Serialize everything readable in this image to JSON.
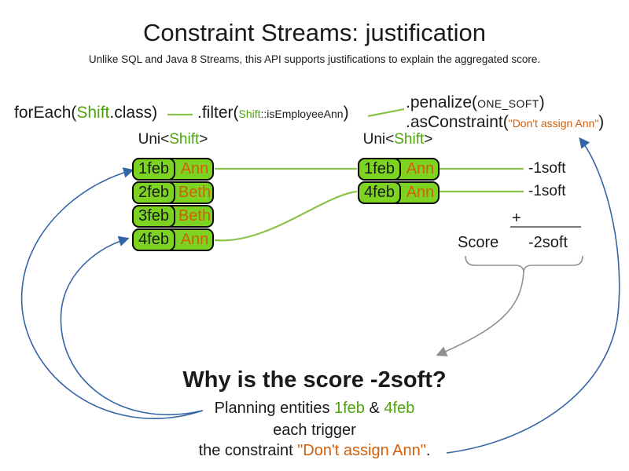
{
  "title": "Constraint Streams: justification",
  "subtitle": "Unlike SQL and Java 8 Streams, this API supports justifications to explain the aggregated score.",
  "code": {
    "foreach": {
      "pre": "forEach(",
      "cls": "Shift",
      "post": ".class)"
    },
    "filter": {
      "pre": ".filter(",
      "cls": "Shift",
      "method": "::isEmployeeAnn",
      "post": ")"
    },
    "penalize": {
      "pre": ".penalize(",
      "arg": "ONE_SOFT",
      "post": ")"
    },
    "as_constraint": {
      "pre": ".asConstraint(",
      "arg": "\"Don't assign Ann\"",
      "post": ")"
    }
  },
  "streams": {
    "left": {
      "label_pre": "Uni<",
      "label_cls": "Shift",
      "label_post": ">",
      "rows": [
        {
          "date": "1feb",
          "employee": "Ann"
        },
        {
          "date": "2feb",
          "employee": "Beth"
        },
        {
          "date": "3feb",
          "employee": "Beth"
        },
        {
          "date": "4feb",
          "employee": "Ann"
        }
      ]
    },
    "right": {
      "label_pre": "Uni<",
      "label_cls": "Shift",
      "label_post": ">",
      "rows": [
        {
          "date": "1feb",
          "employee": "Ann"
        },
        {
          "date": "4feb",
          "employee": "Ann"
        }
      ]
    }
  },
  "score_panel": {
    "match_scores": [
      "-1soft",
      "-1soft"
    ],
    "plus": "+",
    "score_label": "Score",
    "total": "-2soft"
  },
  "explanation": {
    "heading": "Why is the score -2soft?",
    "line1_pre": "Planning entities ",
    "line1_entity1": "1feb",
    "line1_amp": " & ",
    "line1_entity2": "4feb",
    "line2": "each trigger",
    "line3_pre": "the constraint ",
    "line3_constraint": "\"Don't assign Ann\"",
    "line3_post": "."
  },
  "colors": {
    "green_box": "#7cd321",
    "green_text": "#4fa30d",
    "green_line": "#8bc34a",
    "orange": "#d35f0b",
    "blue": "#3465a4",
    "gray": "#909090"
  }
}
